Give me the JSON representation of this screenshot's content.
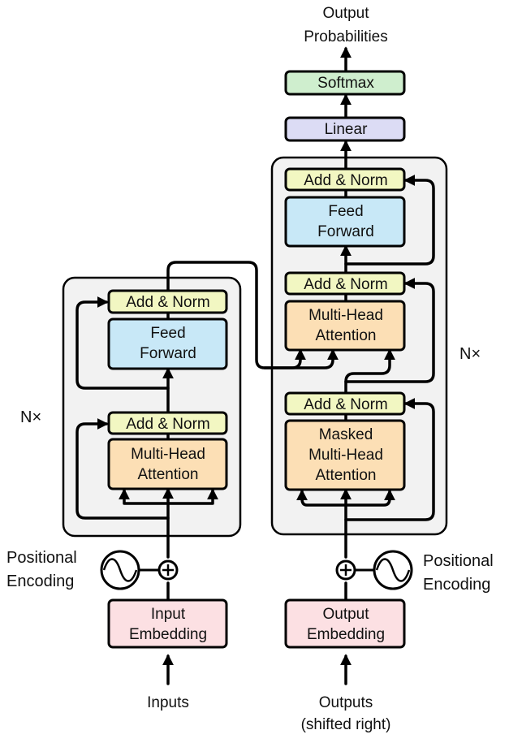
{
  "encoder": {
    "inputs": "Inputs",
    "input_embedding": [
      "Input",
      "Embedding"
    ],
    "positional_encoding": [
      "Positional",
      "Encoding"
    ],
    "mha": [
      "Multi-Head",
      "Attention"
    ],
    "add_norm_1": "Add & Norm",
    "ff": [
      "Feed",
      "Forward"
    ],
    "add_norm_2": "Add & Norm",
    "nx": "N×"
  },
  "decoder": {
    "outputs": [
      "Outputs",
      "(shifted right)"
    ],
    "output_embedding": [
      "Output",
      "Embedding"
    ],
    "positional_encoding": [
      "Positional",
      "Encoding"
    ],
    "masked_mha": [
      "Masked",
      "Multi-Head",
      "Attention"
    ],
    "add_norm_1": "Add & Norm",
    "mha": [
      "Multi-Head",
      "Attention"
    ],
    "add_norm_2": "Add & Norm",
    "ff": [
      "Feed",
      "Forward"
    ],
    "add_norm_3": "Add & Norm",
    "nx": "N×",
    "linear": "Linear",
    "softmax": "Softmax",
    "output_probabilities": [
      "Output",
      "Probabilities"
    ]
  },
  "colors": {
    "embedding": "#fce0e3",
    "attention": "#fcdfb5",
    "add_norm": "#f2f7c2",
    "feed_forward": "#c8e8f7",
    "linear": "#dcdcf5",
    "softmax": "#cfeece",
    "stack": "#f2f2f2"
  }
}
